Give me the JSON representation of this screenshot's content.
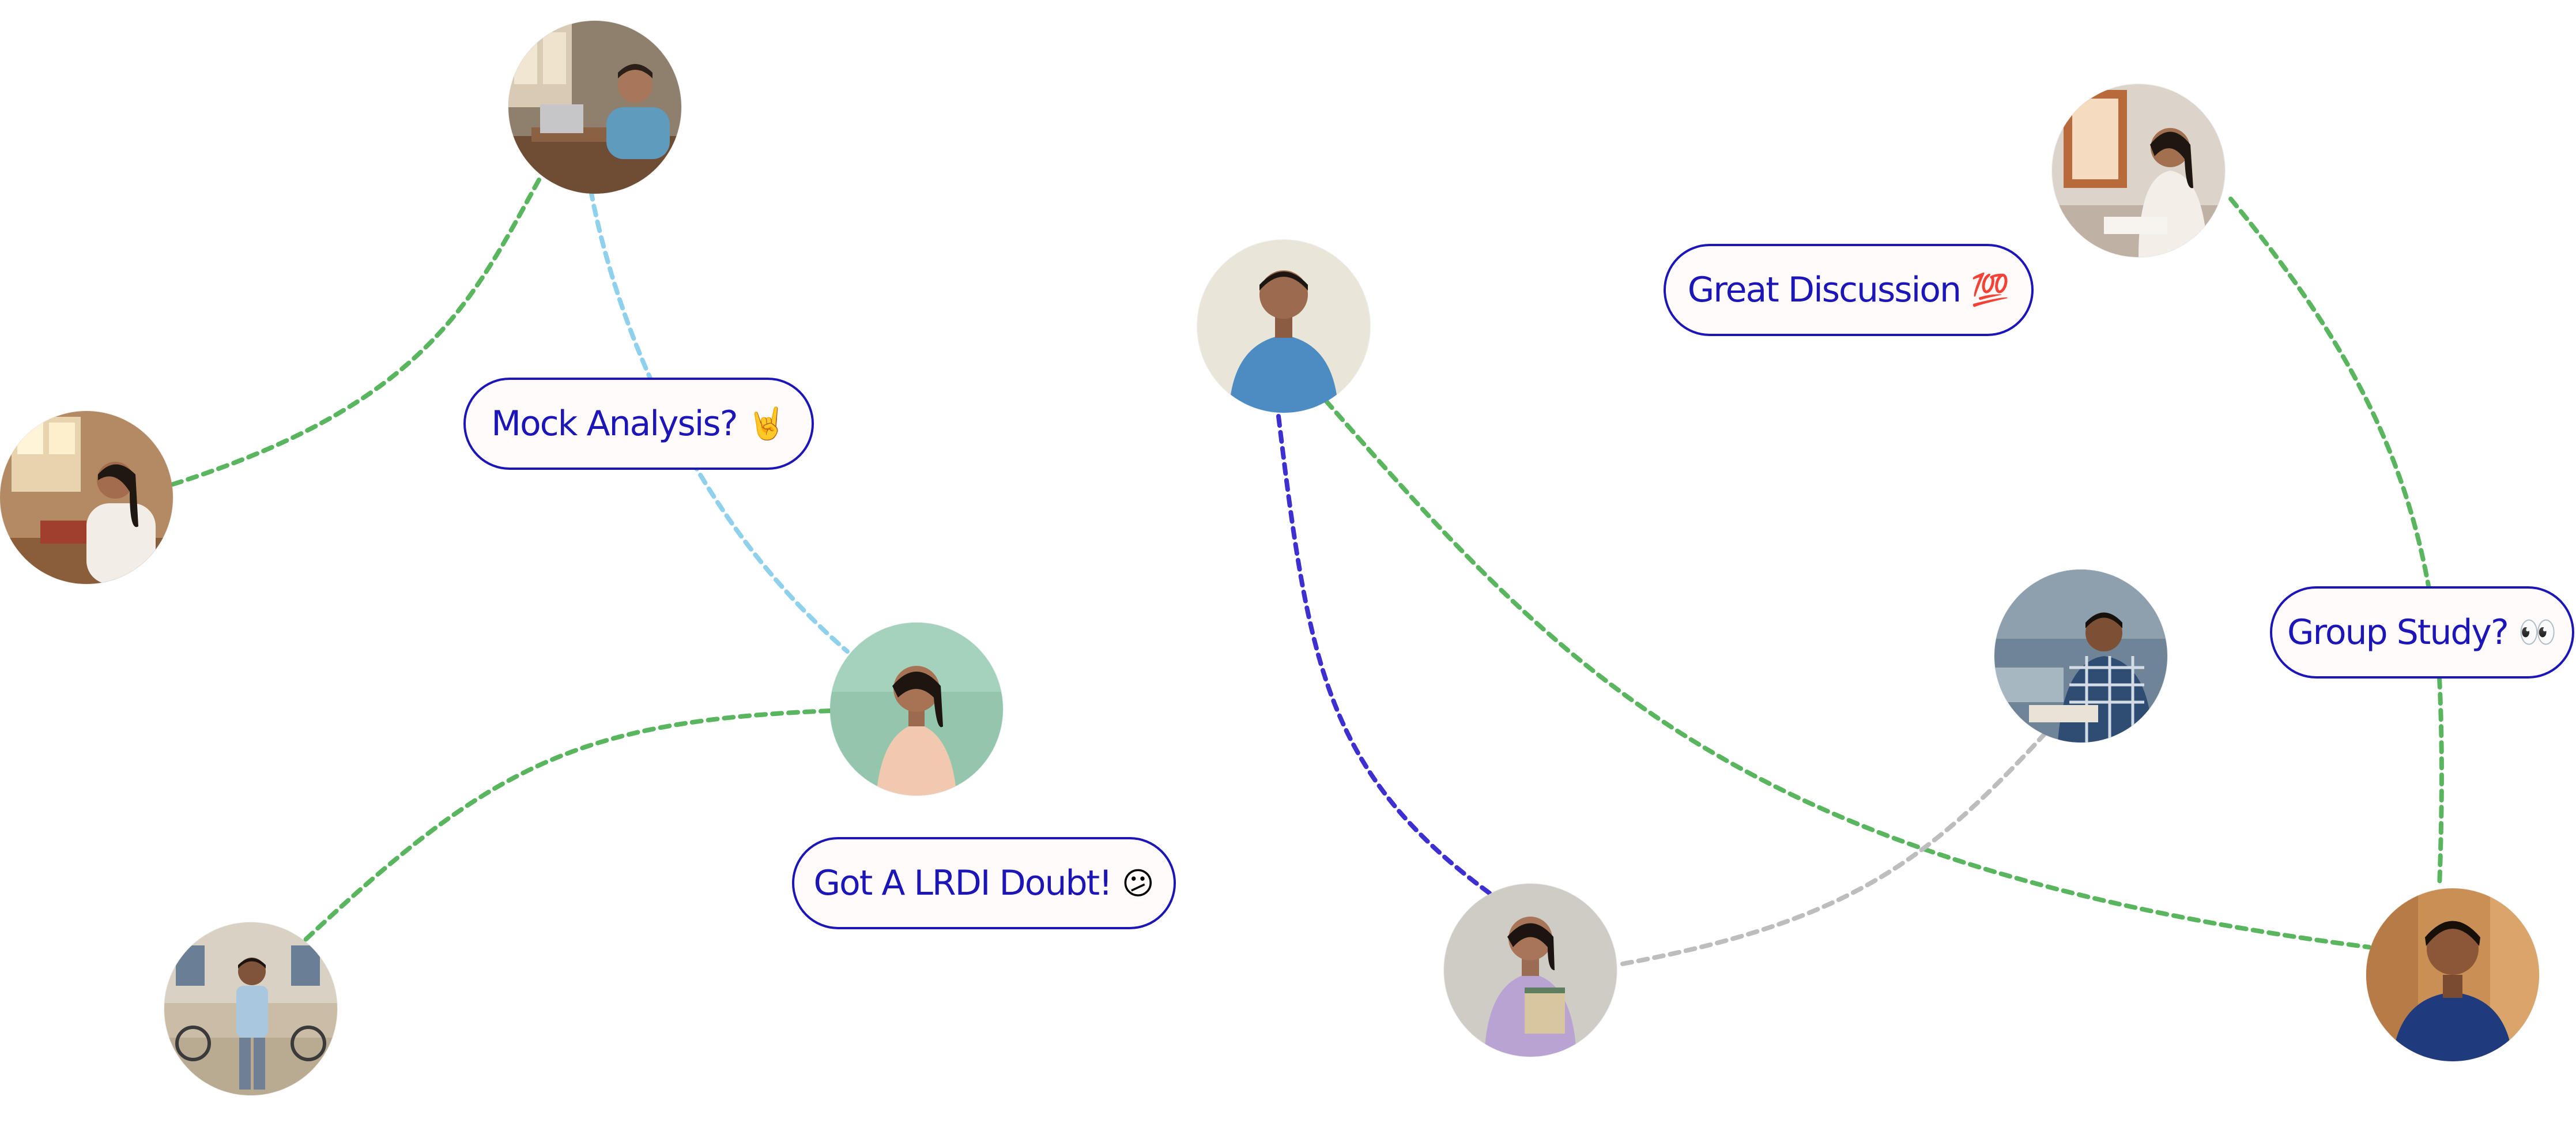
{
  "colors": {
    "pill_border": "#1c16b8",
    "pill_text": "#1c16b8",
    "pill_background": "#fffbfb",
    "connector_green": "#5ab55f",
    "connector_light_blue": "#8fd0ec",
    "connector_indigo": "#3d2fd0",
    "connector_gray": "#bdbdbd"
  },
  "chips": [
    {
      "label": "Mock Analysis?",
      "emoji": "🤘",
      "emoji_icon": "rock-on-hand-icon"
    },
    {
      "label": "Got A LRDI Doubt!",
      "emoji": "😕",
      "emoji_icon": "confused-face-icon"
    },
    {
      "label": "Great Discussion",
      "emoji": "💯",
      "emoji_icon": "hundred-points-icon"
    },
    {
      "label": "Group Study?",
      "emoji": "👀",
      "emoji_icon": "eyes-icon"
    }
  ],
  "avatars": [
    {
      "name": "student-at-desk-with-laptop",
      "scene": "indoor desk, blue t-shirt"
    },
    {
      "name": "student-reading-book",
      "scene": "indoor window light, white top"
    },
    {
      "name": "student-with-braid",
      "scene": "mint background, peach kurta"
    },
    {
      "name": "student-standing-outdoors",
      "scene": "street with bicycles, light blue shirt"
    },
    {
      "name": "student-blue-tshirt",
      "scene": "cream background, blue t-shirt"
    },
    {
      "name": "student-holding-books",
      "scene": "grey background, lilac kurta"
    },
    {
      "name": "student-writing-by-window",
      "scene": "window light, white kurta"
    },
    {
      "name": "student-studying-plaid-shirt",
      "scene": "classroom, checked shirt"
    },
    {
      "name": "student-smiling-outdoors",
      "scene": "street at sunset, navy shirt"
    }
  ]
}
